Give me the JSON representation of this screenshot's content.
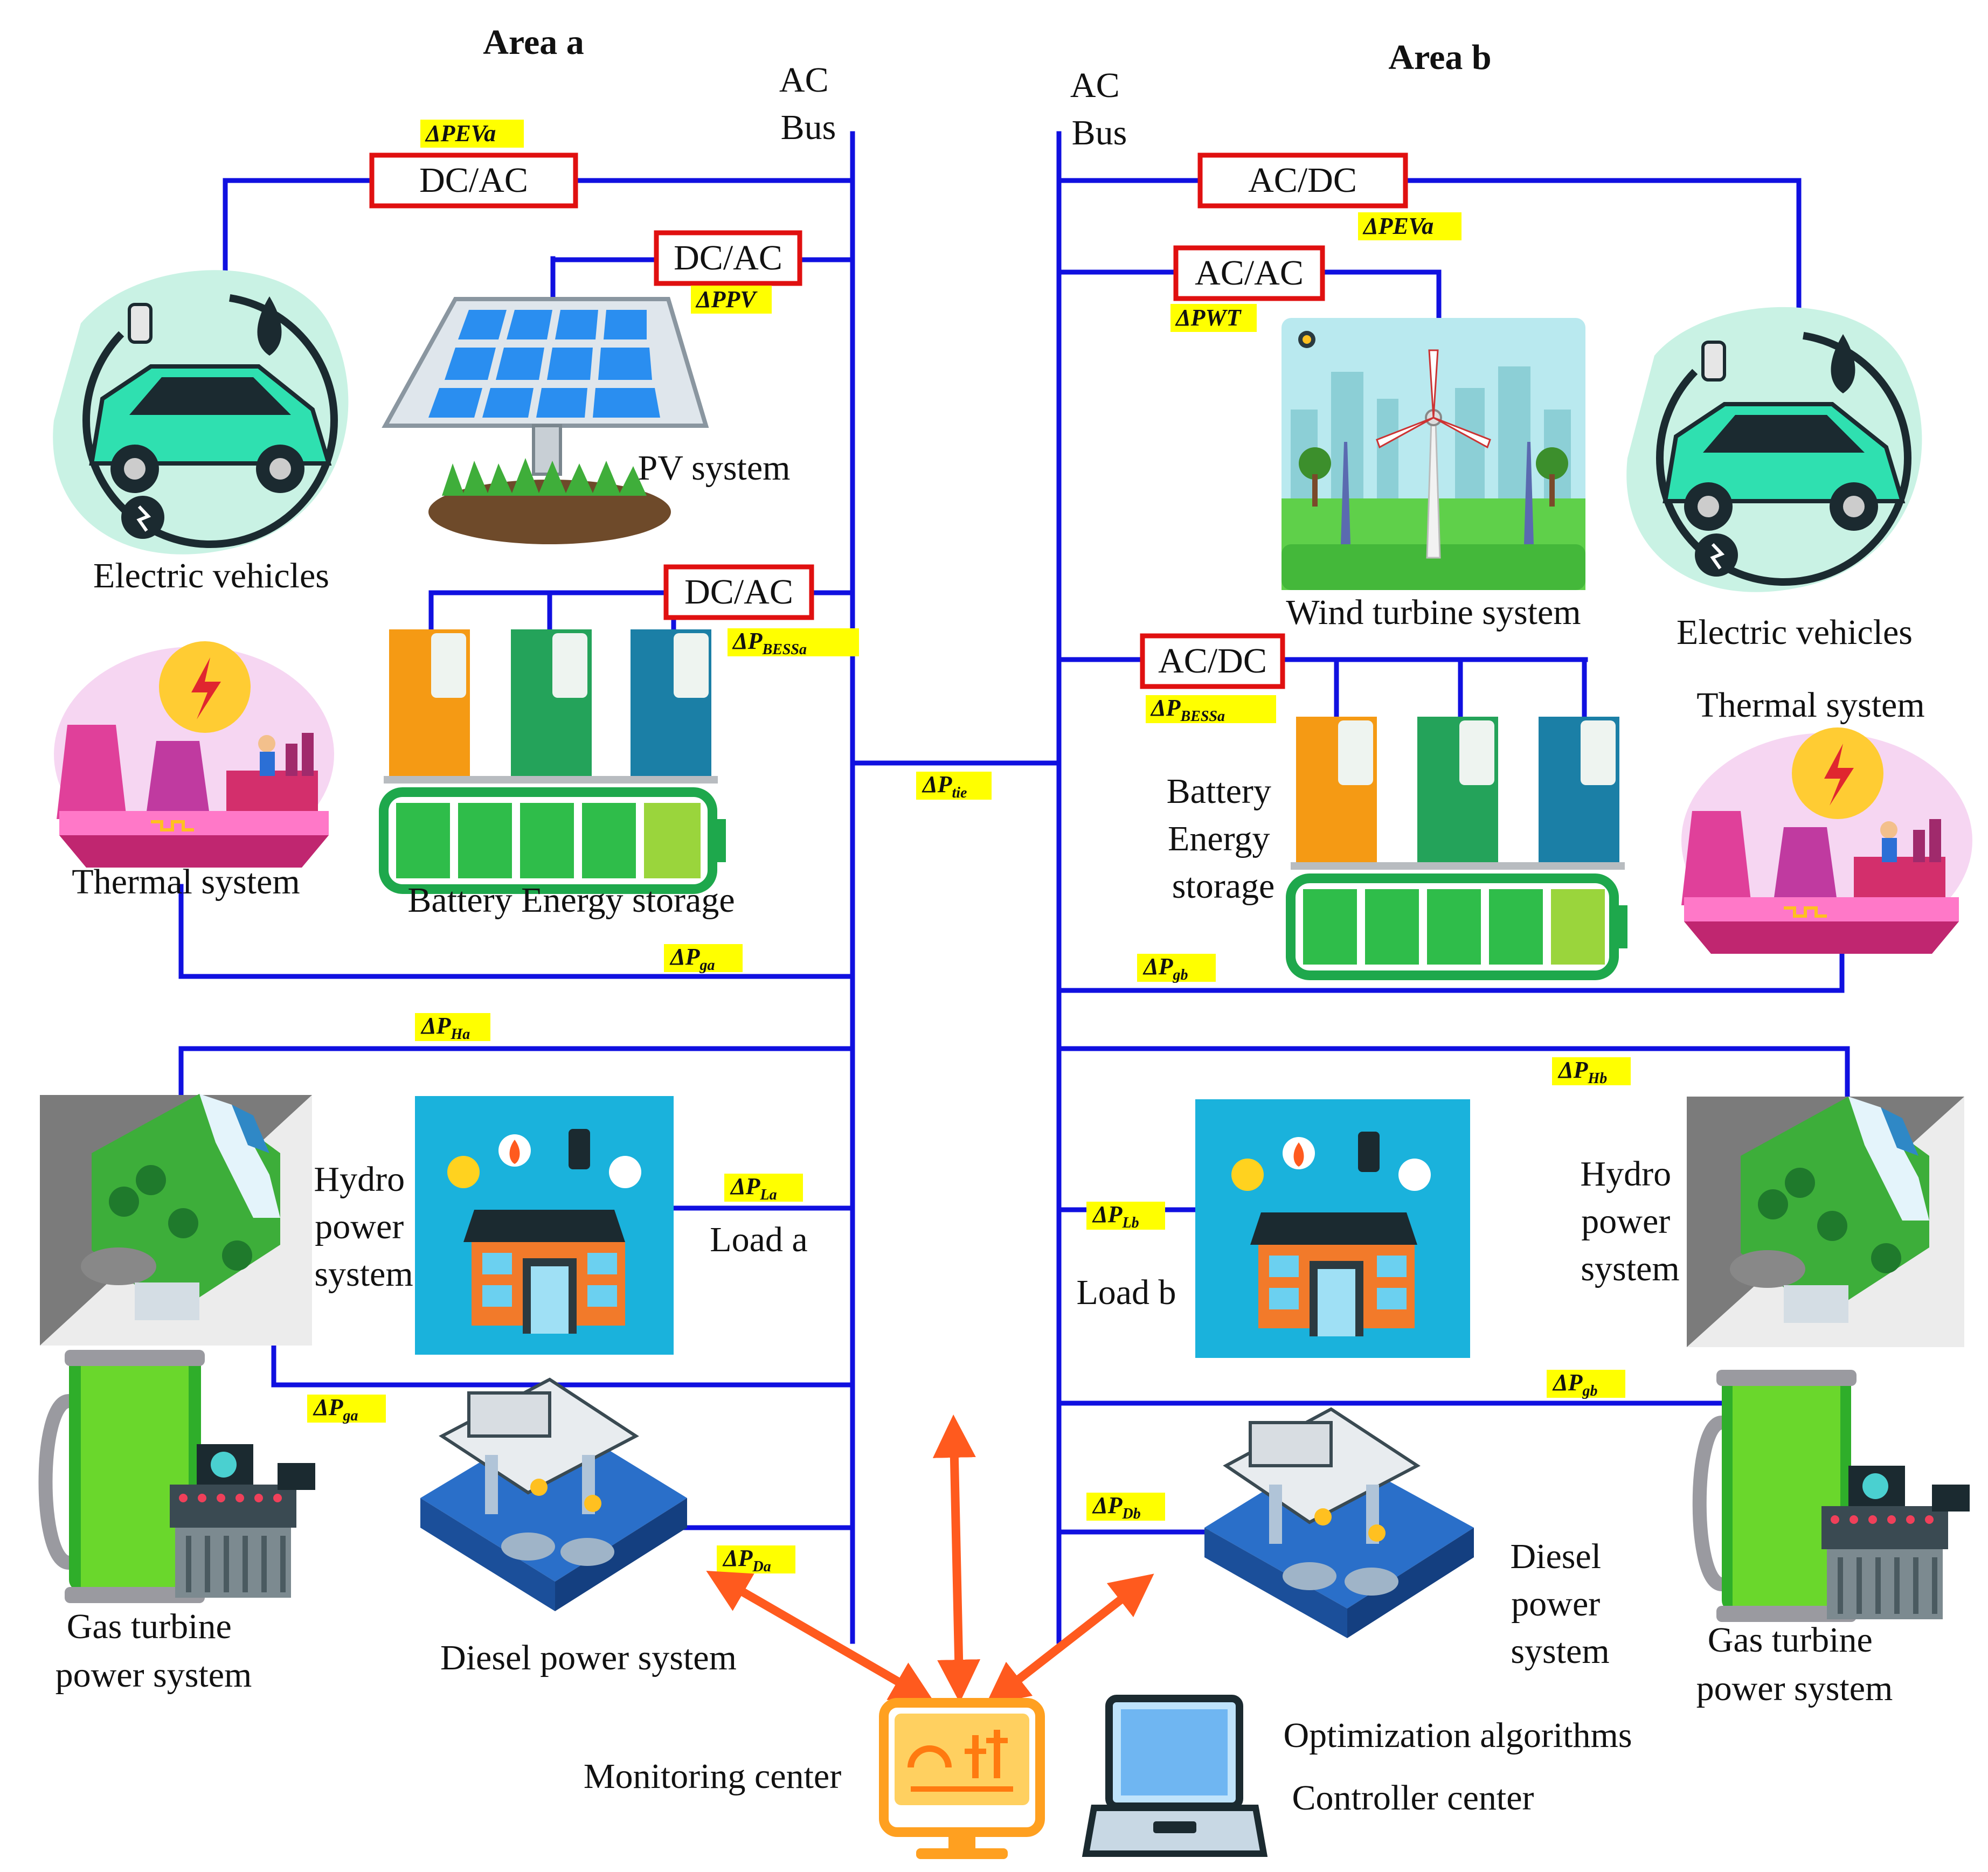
{
  "areas": {
    "a": "Area a",
    "b": "Area b"
  },
  "bus": {
    "a": "AC Bus",
    "b": "AC Bus"
  },
  "converters": {
    "a_ev": "DC/AC",
    "a_pv": "DC/AC",
    "a_bess": "DC/AC",
    "b_ev": "AC/DC",
    "b_wt": "AC/AC",
    "b_bess": "AC/DC"
  },
  "signals": {
    "a_pev": {
      "main": "ΔPEVa",
      "sub": ""
    },
    "a_ppv": {
      "main": "ΔPPV",
      "sub": ""
    },
    "a_bess": {
      "main": "ΔP",
      "sub": "BESSa"
    },
    "tie": {
      "main": "ΔP",
      "sub": "tie"
    },
    "a_ga": {
      "main": "ΔP",
      "sub": "ga"
    },
    "a_ha": {
      "main": "ΔP",
      "sub": "Ha"
    },
    "a_la": {
      "main": "ΔP",
      "sub": "La"
    },
    "a_ga2": {
      "main": "ΔP",
      "sub": "ga"
    },
    "a_da": {
      "main": "ΔP",
      "sub": "Da"
    },
    "b_pev": {
      "main": "ΔPEVa",
      "sub": ""
    },
    "b_pwt": {
      "main": "ΔPWT",
      "sub": ""
    },
    "b_bess": {
      "main": "ΔP",
      "sub": "BESSa"
    },
    "b_gb": {
      "main": "ΔP",
      "sub": "gb"
    },
    "b_hb": {
      "main": "ΔP",
      "sub": "Hb"
    },
    "b_lb": {
      "main": "ΔP",
      "sub": "Lb"
    },
    "b_gb2": {
      "main": "ΔP",
      "sub": "gb"
    },
    "b_db": {
      "main": "ΔP",
      "sub": "Db"
    }
  },
  "labels": {
    "ev_a": "Electric vehicles",
    "pv": "PV system",
    "thermal_a": "Thermal system",
    "bess_a": "Battery Energy storage",
    "hydro_a": [
      "Hydro",
      "power",
      "system"
    ],
    "load_a": "Load a",
    "gas_a": [
      "Gas turbine",
      "power system"
    ],
    "diesel_a": "Diesel power system",
    "wind": "Wind turbine system",
    "ev_b": "Electric vehicles",
    "thermal_b": "Thermal system",
    "bess_b": [
      "Battery",
      "Energy",
      "storage"
    ],
    "hydro_b": [
      "Hydro",
      "power",
      "system"
    ],
    "load_b": "Load b",
    "diesel_b": [
      "Diesel",
      "power",
      "system"
    ],
    "gas_b": [
      "Gas turbine",
      "power system"
    ],
    "monitoring": "Monitoring center",
    "optimization": "Optimization algorithms",
    "controller": "Controller center"
  },
  "colors": {
    "bus_line": "#1010e0",
    "converter_border": "#e01010",
    "signal_bg": "#ffff00",
    "arrow": "#ff5a1e",
    "monitor": "#ffa020"
  }
}
